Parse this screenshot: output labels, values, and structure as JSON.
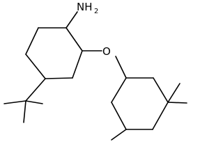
{
  "molecule": {
    "amine_label": "NH",
    "amine_subscript": "2",
    "oxygen_label": "O"
  }
}
